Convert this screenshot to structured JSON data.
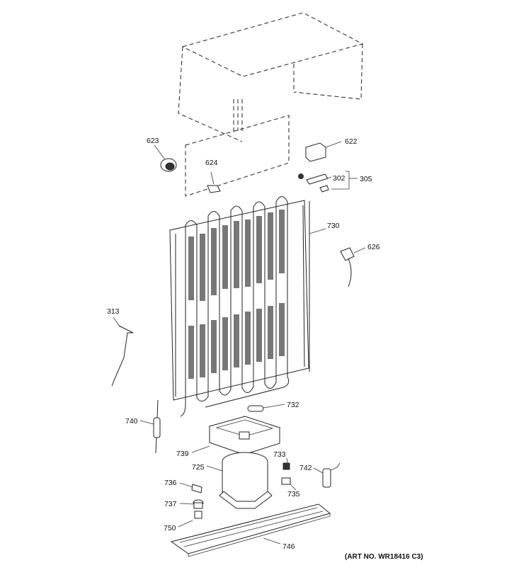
{
  "diagram": {
    "art_no": "(ART NO. WR18416 C3)",
    "callouts": {
      "p623": "623",
      "p624": "624",
      "p622": "622",
      "p302": "302",
      "p305": "305",
      "p730": "730",
      "p626": "626",
      "p313": "313",
      "p732": "732",
      "p740": "740",
      "p739": "739",
      "p733": "733",
      "p725": "725",
      "p742": "742",
      "p736": "736",
      "p735": "735",
      "p737": "737",
      "p750": "750",
      "p746": "746"
    }
  }
}
